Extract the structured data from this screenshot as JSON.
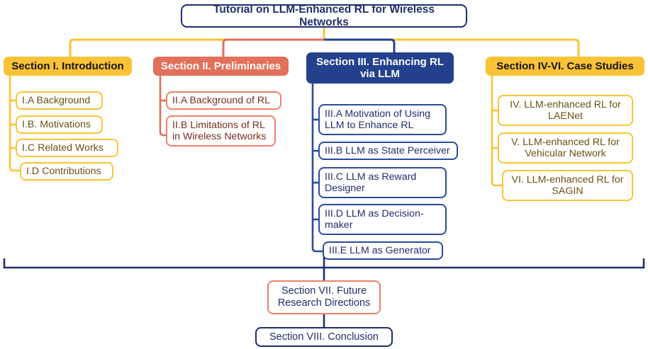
{
  "diagram": {
    "title": "Tutorial on LLM-Enhanced RL for Wireless Networks",
    "colors": {
      "navy": "#23418C",
      "navy_dark": "#1F2F6E",
      "orange": "#FAC337",
      "salmon": "#E2705A",
      "salmon_light": "#EE8269",
      "background": "#FFFFFF"
    },
    "branches": [
      {
        "id": "section-i",
        "header": "Section I. Introduction",
        "theme": "orange",
        "items": [
          "I.A Background",
          "I.B. Motivations",
          "I.C Related Works",
          "I.D Contributions"
        ]
      },
      {
        "id": "section-ii",
        "header": "Section II. Preliminaries",
        "theme": "salmon",
        "items": [
          "II.A Background of RL",
          "II.B Limitations of RL\nin Wireless Networks"
        ]
      },
      {
        "id": "section-iii",
        "header": "Section III. Enhancing RL\nvia LLM",
        "theme": "navy",
        "items": [
          "III.A Motivation of Using\nLLM to Enhance RL",
          "III.B LLM as State Perceiver",
          "III.C LLM as Reward\nDesigner",
          "III.D LLM as Decision-\nmaker",
          "III.E LLM as Generator"
        ]
      },
      {
        "id": "section-iv-vi",
        "header": "Section IV-VI. Case Studies",
        "theme": "orange",
        "items": [
          "IV. LLM-enhanced RL for\nLAENet",
          "V. LLM-enhanced RL for\nVehicular Network",
          "VI. LLM-enhanced RL for\nSAGIN"
        ]
      }
    ],
    "footer": {
      "future": "Section VII. Future\nResearch Directions",
      "conclusion": "Section VIII. Conclusion"
    }
  }
}
